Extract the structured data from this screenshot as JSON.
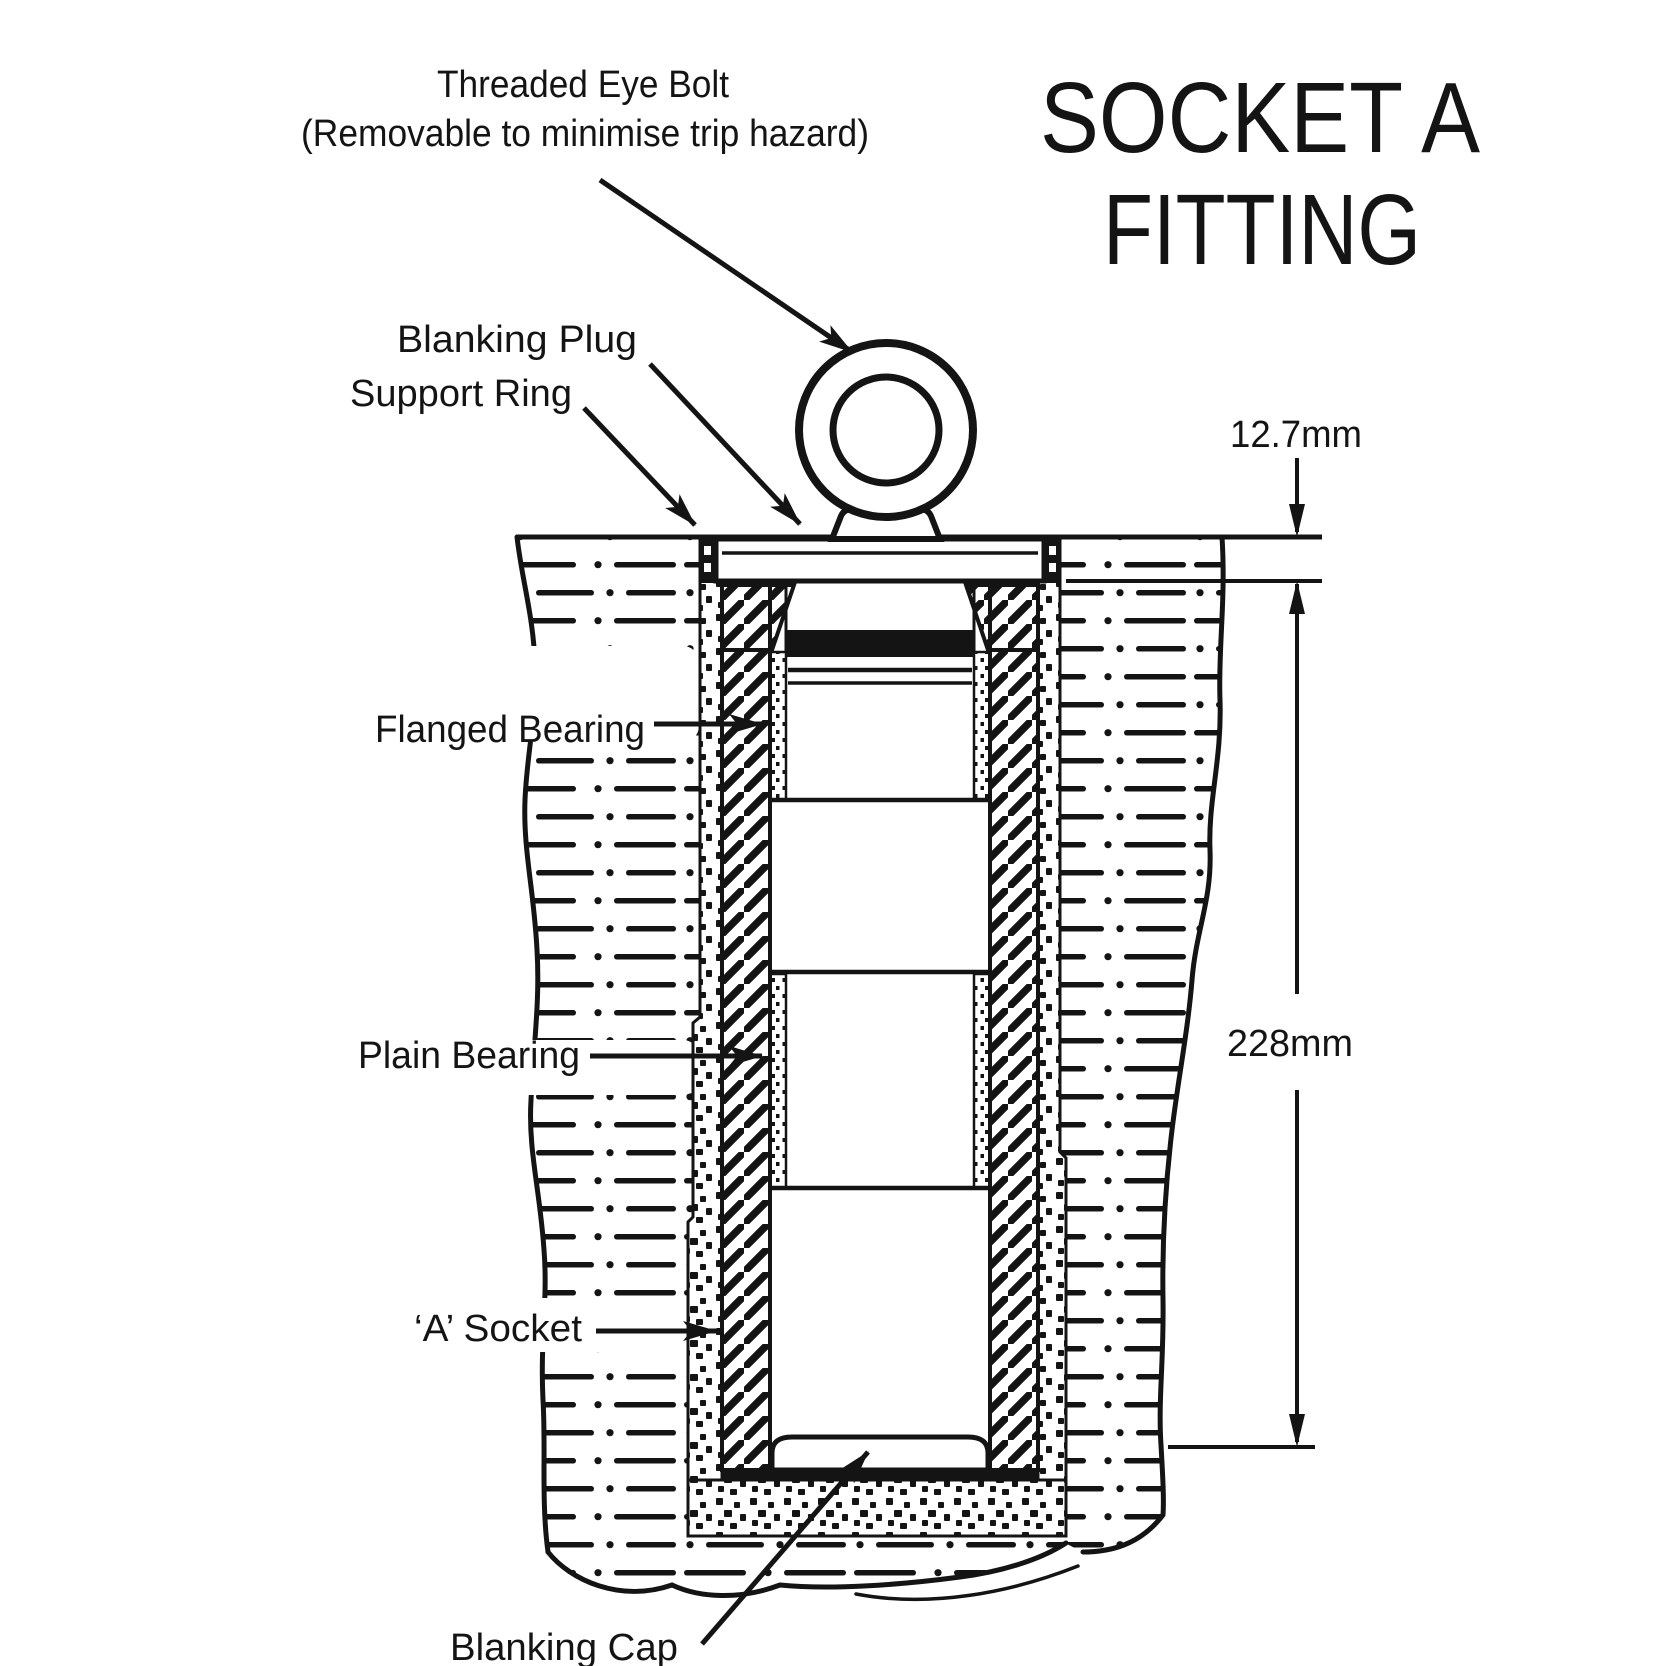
{
  "diagram": {
    "title_line1": "SOCKET A",
    "title_line2": "FITTING",
    "callouts": {
      "eye_bolt_line1": "Threaded Eye Bolt",
      "eye_bolt_line2": "(Removable to minimise trip hazard)",
      "blanking_plug": "Blanking Plug",
      "support_ring": "Support Ring",
      "flanged_bearing": "Flanged Bearing",
      "plain_bearing": "Plain Bearing",
      "a_socket": "‘A’ Socket",
      "blanking_cap": "Blanking Cap"
    },
    "dimensions": {
      "plug_recess_depth": "12.7mm",
      "socket_depth": "228mm"
    },
    "colors": {
      "ink": "#141414",
      "paper": "#ffffff"
    }
  }
}
